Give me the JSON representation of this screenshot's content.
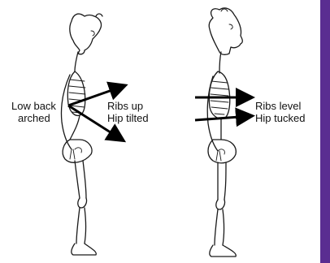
{
  "left_figure": {
    "label_low_back_1": "Low back",
    "label_low_back_2": "arched",
    "label_ribs": "Ribs up",
    "label_hip": "Hip tilted"
  },
  "right_figure": {
    "label_ribs": "Ribs level",
    "label_hip": "Hip tucked"
  },
  "colors": {
    "side_bar": "#5a2d91",
    "arrows": "#000000"
  }
}
